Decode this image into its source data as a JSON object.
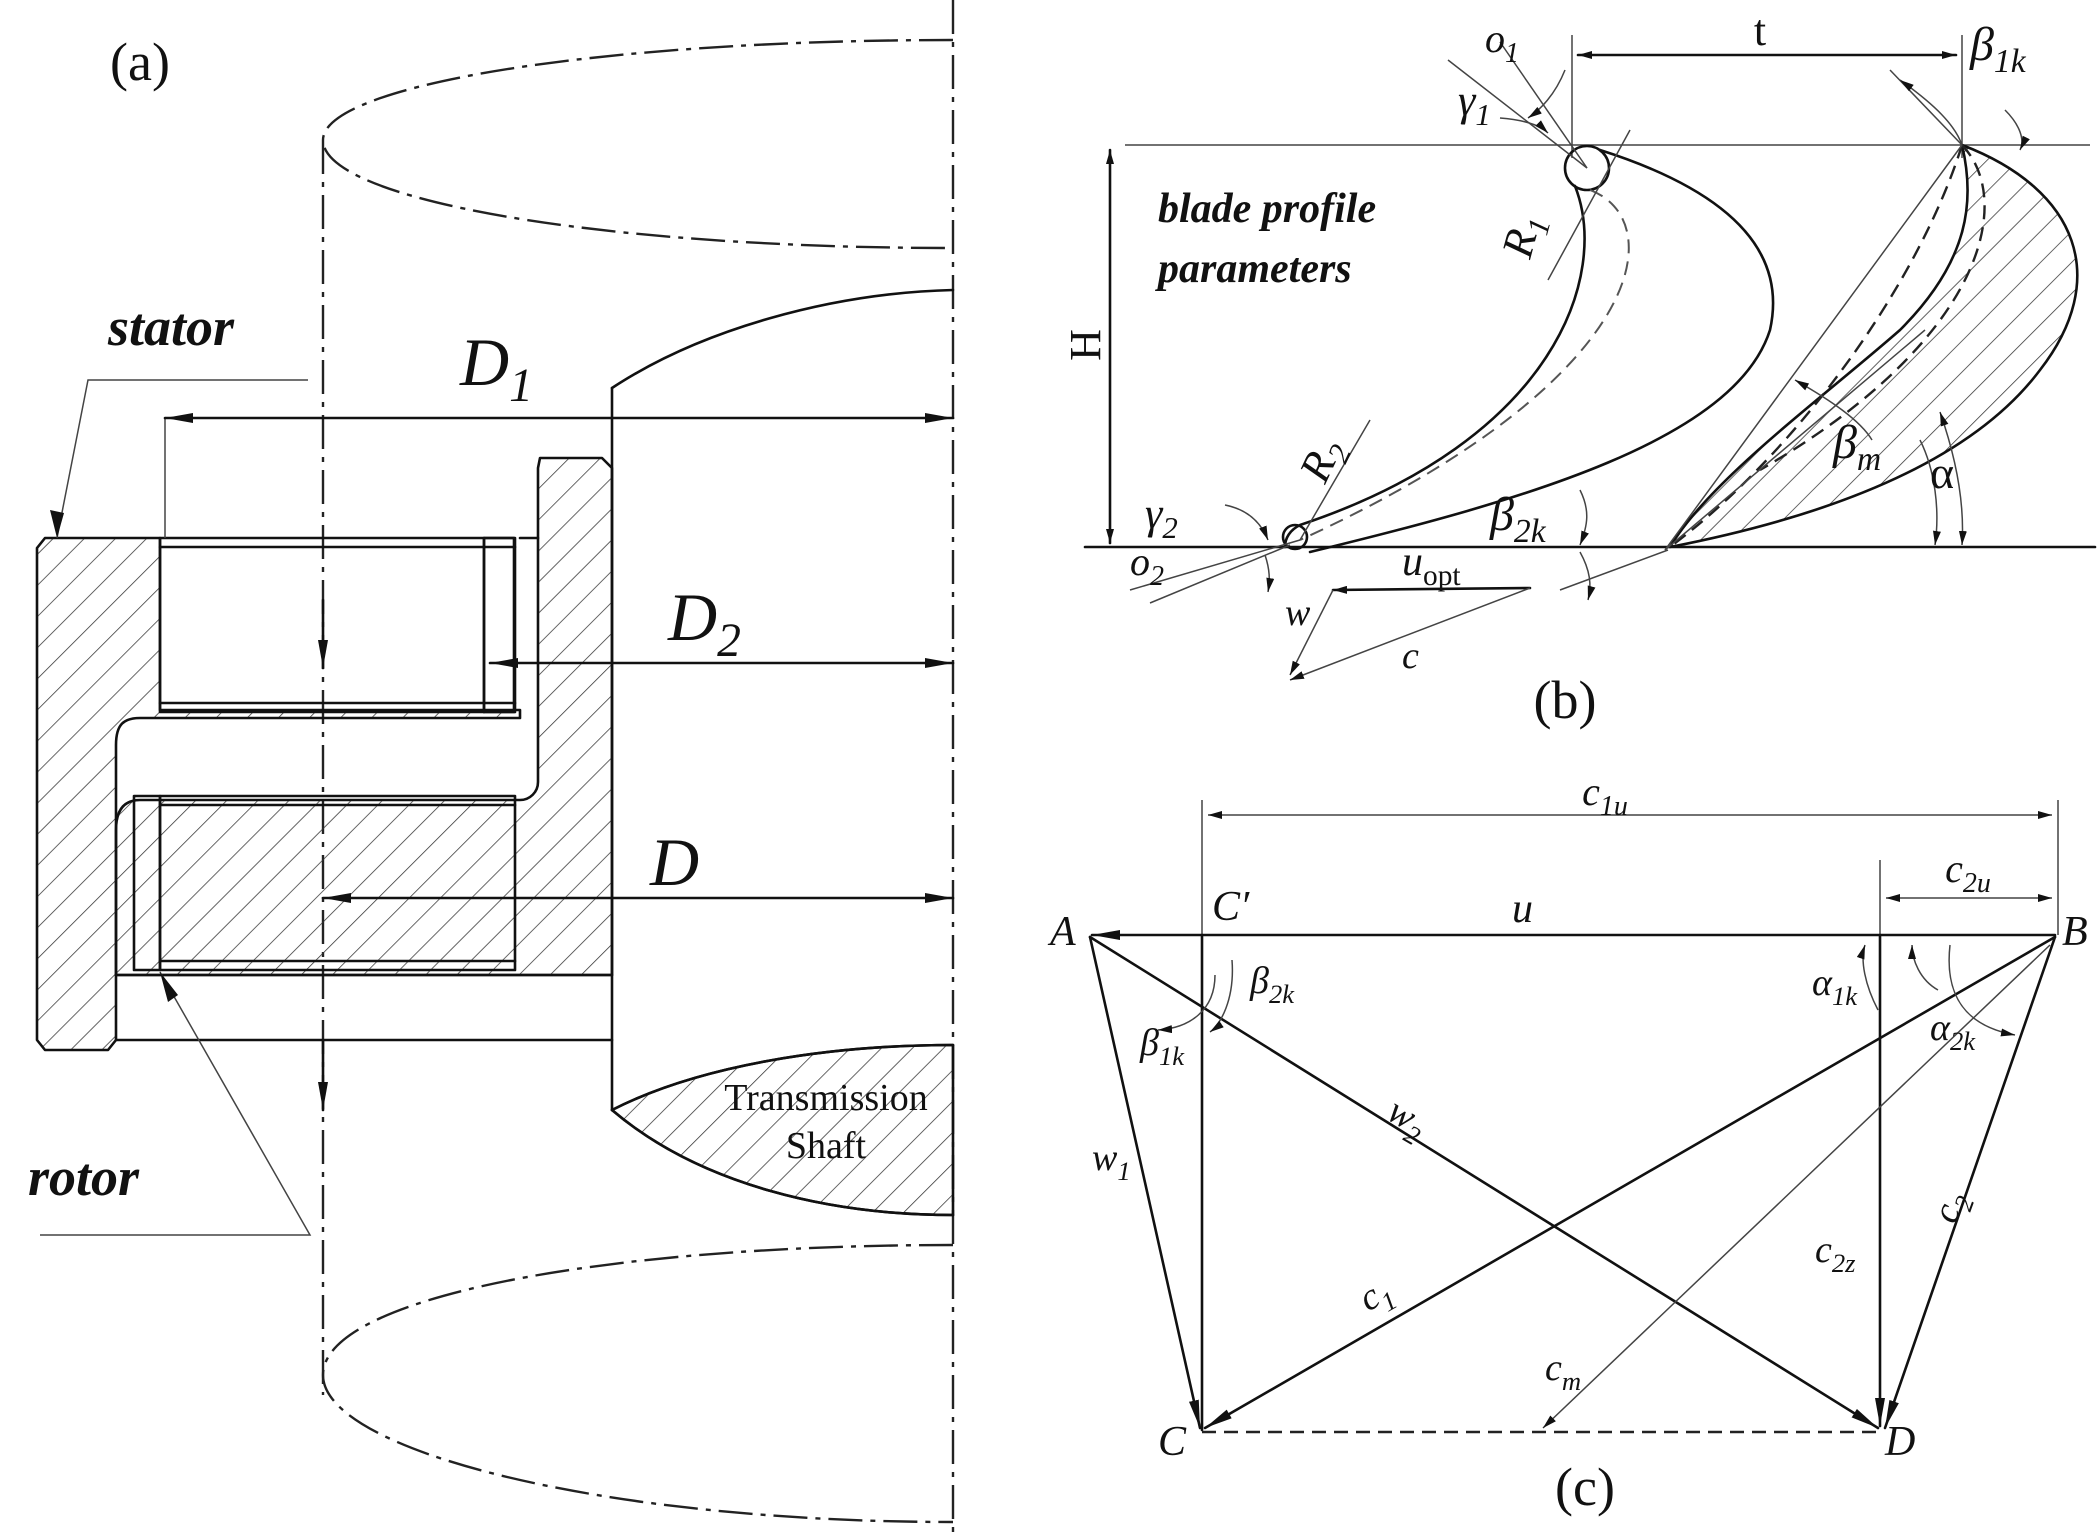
{
  "panels": {
    "a": {
      "label": "(a)",
      "stator_label": "stator",
      "rotor_label": "rotor",
      "shaft_label_line1": "Transmission",
      "shaft_label_line2": "Shaft",
      "dim_D1": {
        "base": "D",
        "sub": "1"
      },
      "dim_D2": {
        "base": "D",
        "sub": "2"
      },
      "dim_D": "D"
    },
    "b": {
      "label": "(b)",
      "title_line1": "blade profile",
      "title_line2": "parameters",
      "t": "t",
      "H": "H",
      "o1": {
        "base": "o",
        "sub": "1"
      },
      "o2": {
        "base": "o",
        "sub": "2"
      },
      "gamma1": {
        "base": "γ",
        "sub": "1"
      },
      "gamma2": {
        "base": "γ",
        "sub": "2"
      },
      "R1": {
        "base": "R",
        "sub": "1"
      },
      "R2": {
        "base": "R",
        "sub": "2"
      },
      "beta1k": {
        "base": "β",
        "sub": "1k"
      },
      "beta2k": {
        "base": "β",
        "sub": "2k"
      },
      "betam": {
        "base": "β",
        "sub": "m"
      },
      "alpha": "α",
      "uopt": {
        "base": "u",
        "sub": "opt"
      },
      "w": "w",
      "c": "c"
    },
    "c": {
      "label": "(c)",
      "c1u": {
        "base": "c",
        "sub": "1u"
      },
      "c2u": {
        "base": "c",
        "sub": "2u"
      },
      "u": "u",
      "A": "A",
      "B": "B",
      "C": "C",
      "Cprime": "C′",
      "D": "D",
      "beta2k": {
        "base": "β",
        "sub": "2k"
      },
      "beta1k": {
        "base": "β",
        "sub": "1k"
      },
      "alpha1k": {
        "base": "α",
        "sub": "1k"
      },
      "alpha2k": {
        "base": "α",
        "sub": "2k"
      },
      "w1": {
        "base": "w",
        "sub": "1"
      },
      "w2": {
        "base": "w",
        "sub": "2"
      },
      "c1": {
        "base": "c",
        "sub": "1"
      },
      "c2": {
        "base": "c",
        "sub": "2"
      },
      "c2z": {
        "base": "c",
        "sub": "2z"
      },
      "cm": {
        "base": "c",
        "sub": "m"
      }
    }
  }
}
